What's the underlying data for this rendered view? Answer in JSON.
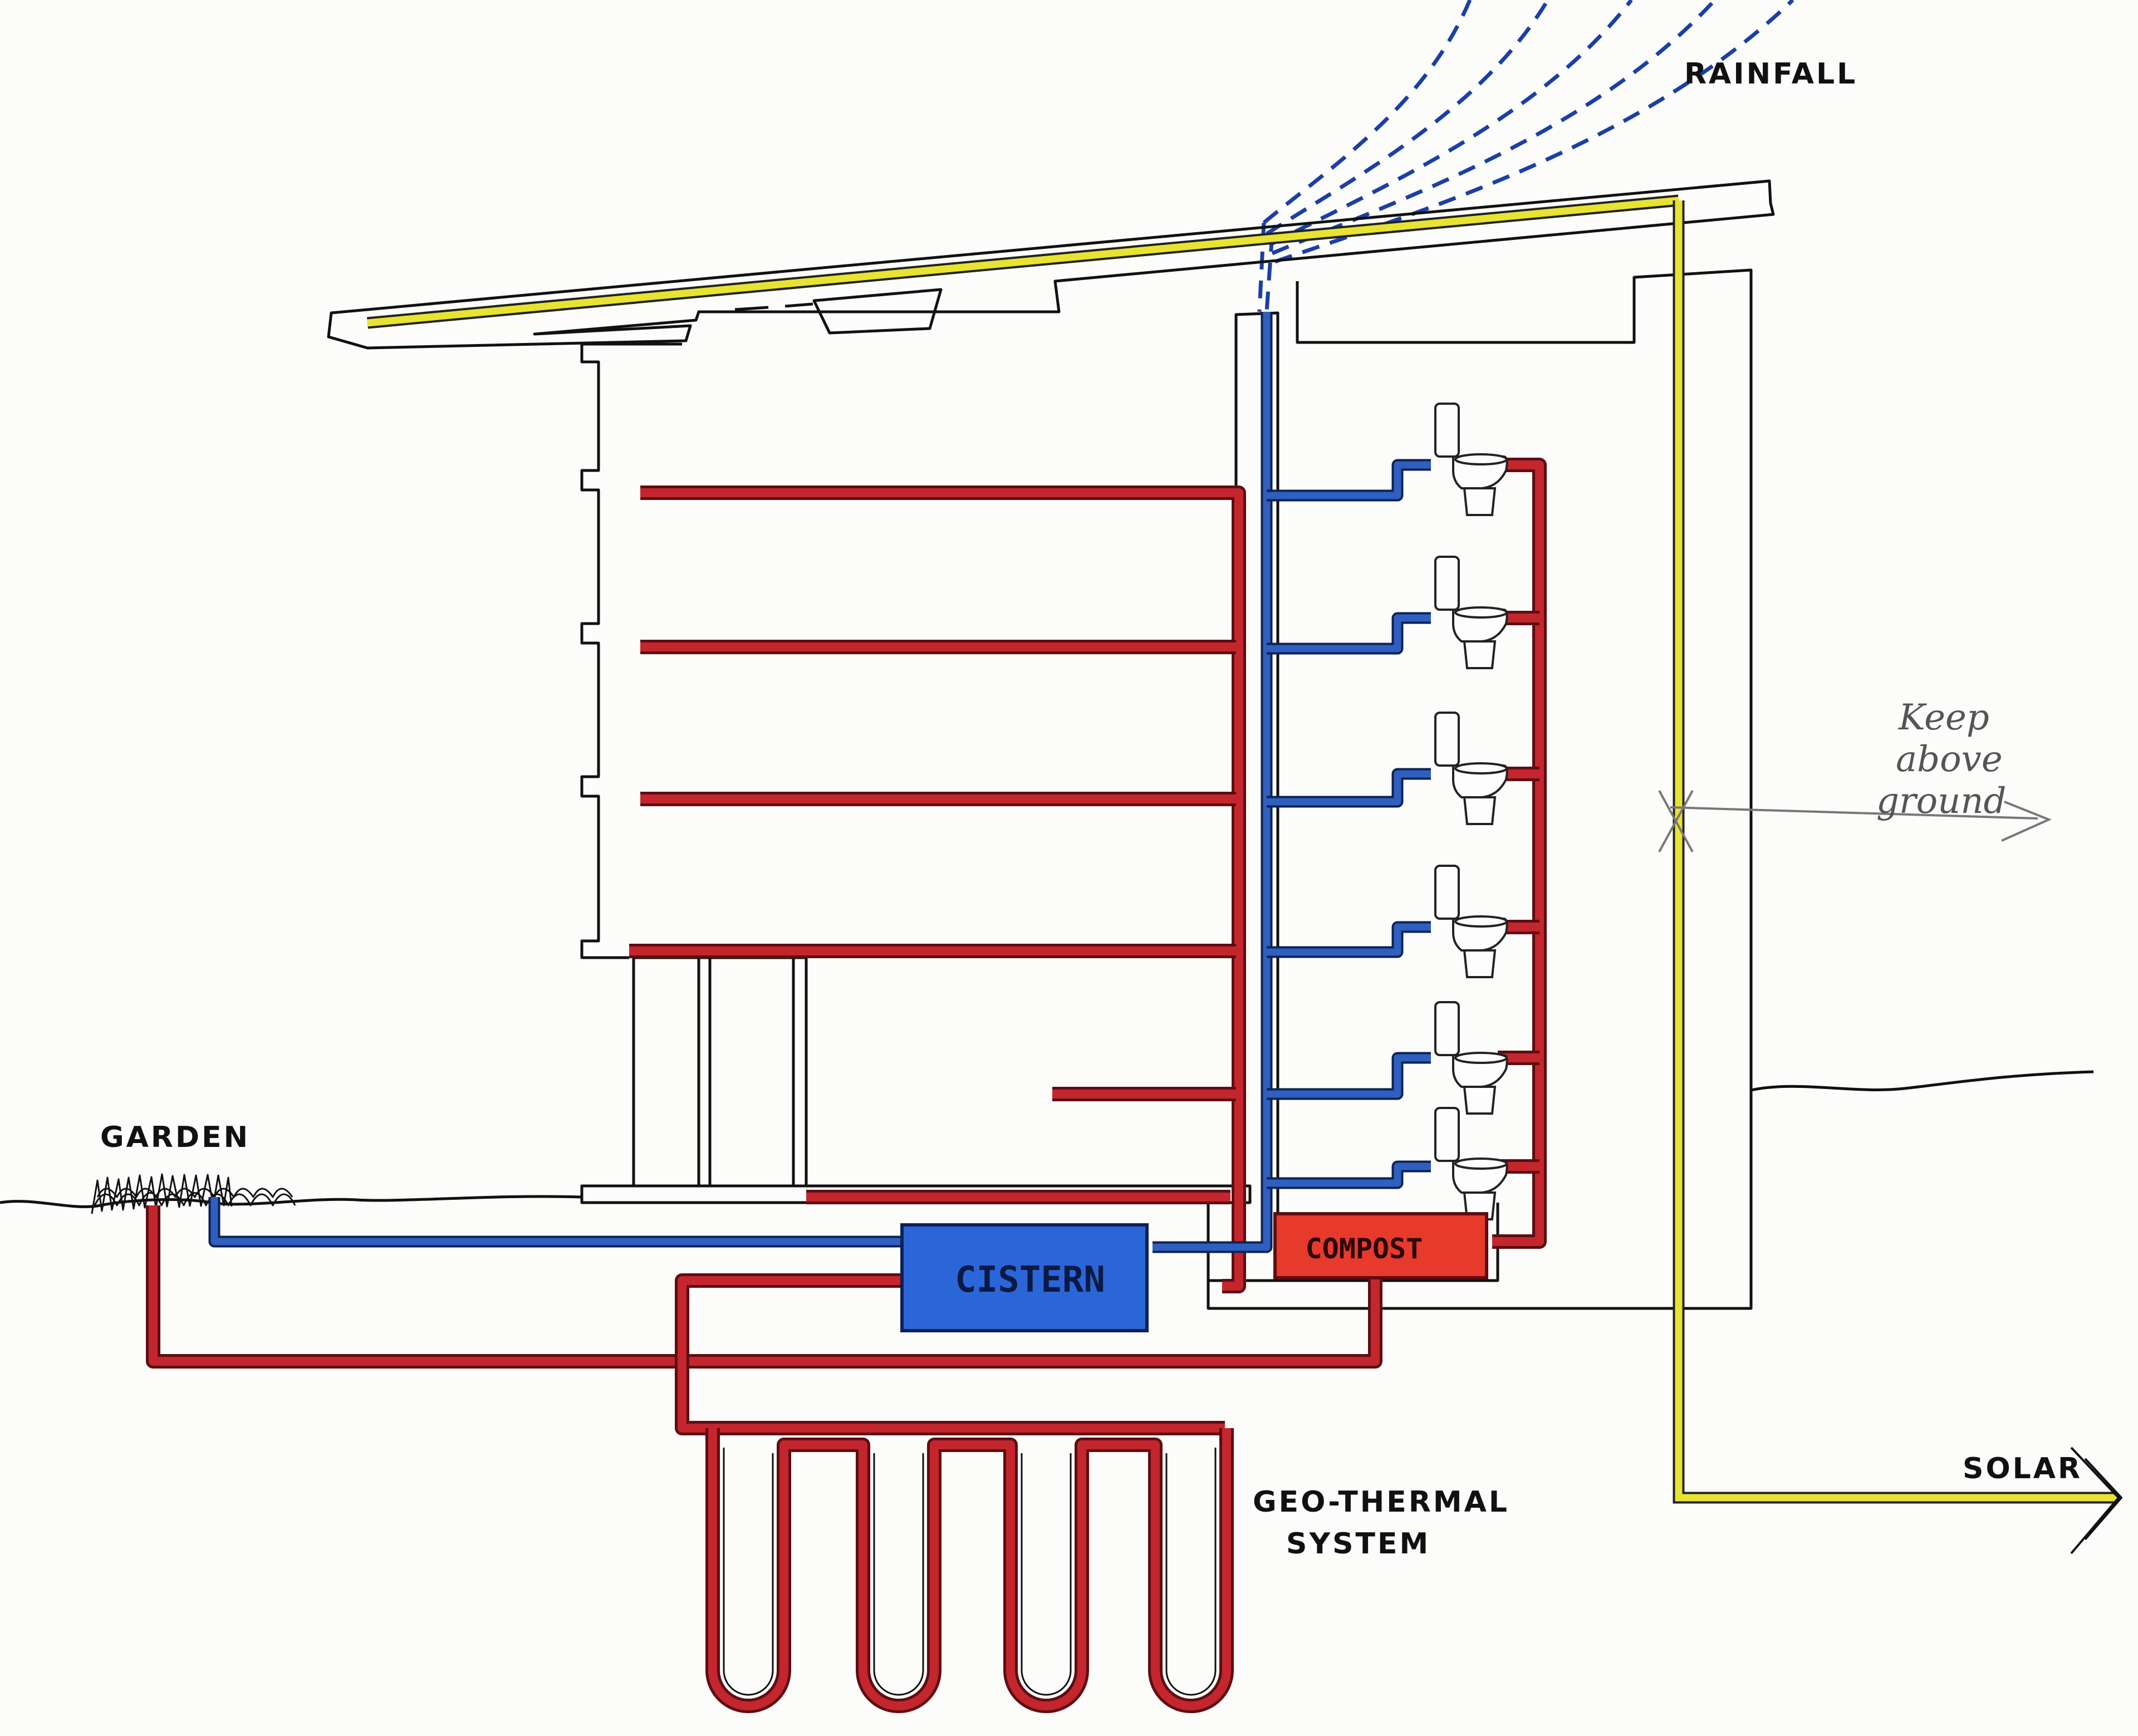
{
  "labels": {
    "rainfall": "RAINFALL",
    "garden": "GARDEN",
    "cistern": "CISTERN",
    "compost": "COMPOST",
    "geothermal_line1": "GEO-THERMAL",
    "geothermal_line2": "SYSTEM",
    "solar": "SOLAR",
    "keep_line1": "Keep",
    "keep_line2": "above",
    "keep_line3": "ground"
  },
  "icons": {
    "toilet": "toilet-icon"
  },
  "colors": {
    "warm_pipe": "#c4262e",
    "water_pipe": "#2f5fbf",
    "solar_line": "#e8e332",
    "rain": "#1b3fa8",
    "cistern_fill": "#2b66d8",
    "compost_fill": "#e63a2c"
  }
}
